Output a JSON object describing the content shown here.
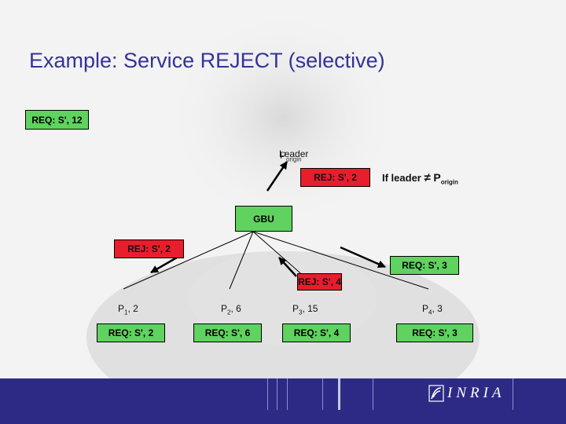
{
  "slide": {
    "title": "Example: Service REJECT (selective)"
  },
  "boxes": {
    "req_top": "REQ: S', 12",
    "gbu": "GBU",
    "rej_top": "REJ: S', 2",
    "rej_left": "REJ: S', 2",
    "req_right": "REQ: S', 3",
    "rej_mid": "REJ: S', 4",
    "req_p1": "REQ: S', 2",
    "req_p2": "REQ: S', 6",
    "req_p3": "REQ: S', 4",
    "req_p4": "REQ: S', 3"
  },
  "labels": {
    "leader": "Leader",
    "p_origin_p": "P",
    "p_origin_sub": "origin",
    "condition_prefix": "If leader",
    "condition_neq": "≠",
    "condition_p": "P",
    "condition_sub": "origin",
    "p1": {
      "p": "P",
      "sub": "1",
      "rest": ", 2"
    },
    "p2": {
      "p": "P",
      "sub": "2",
      "rest": ", 6"
    },
    "p3": {
      "p": "P",
      "sub": "3",
      "rest": ", 15"
    },
    "p4": {
      "p": "P",
      "sub": "4",
      "rest": ", 3"
    }
  },
  "footer": {
    "logo_text": "INRIA"
  },
  "colors": {
    "title": "#333399",
    "request_box": "#5fd25f",
    "reject_box": "#e81e2d",
    "footer": "#2d2a86"
  }
}
